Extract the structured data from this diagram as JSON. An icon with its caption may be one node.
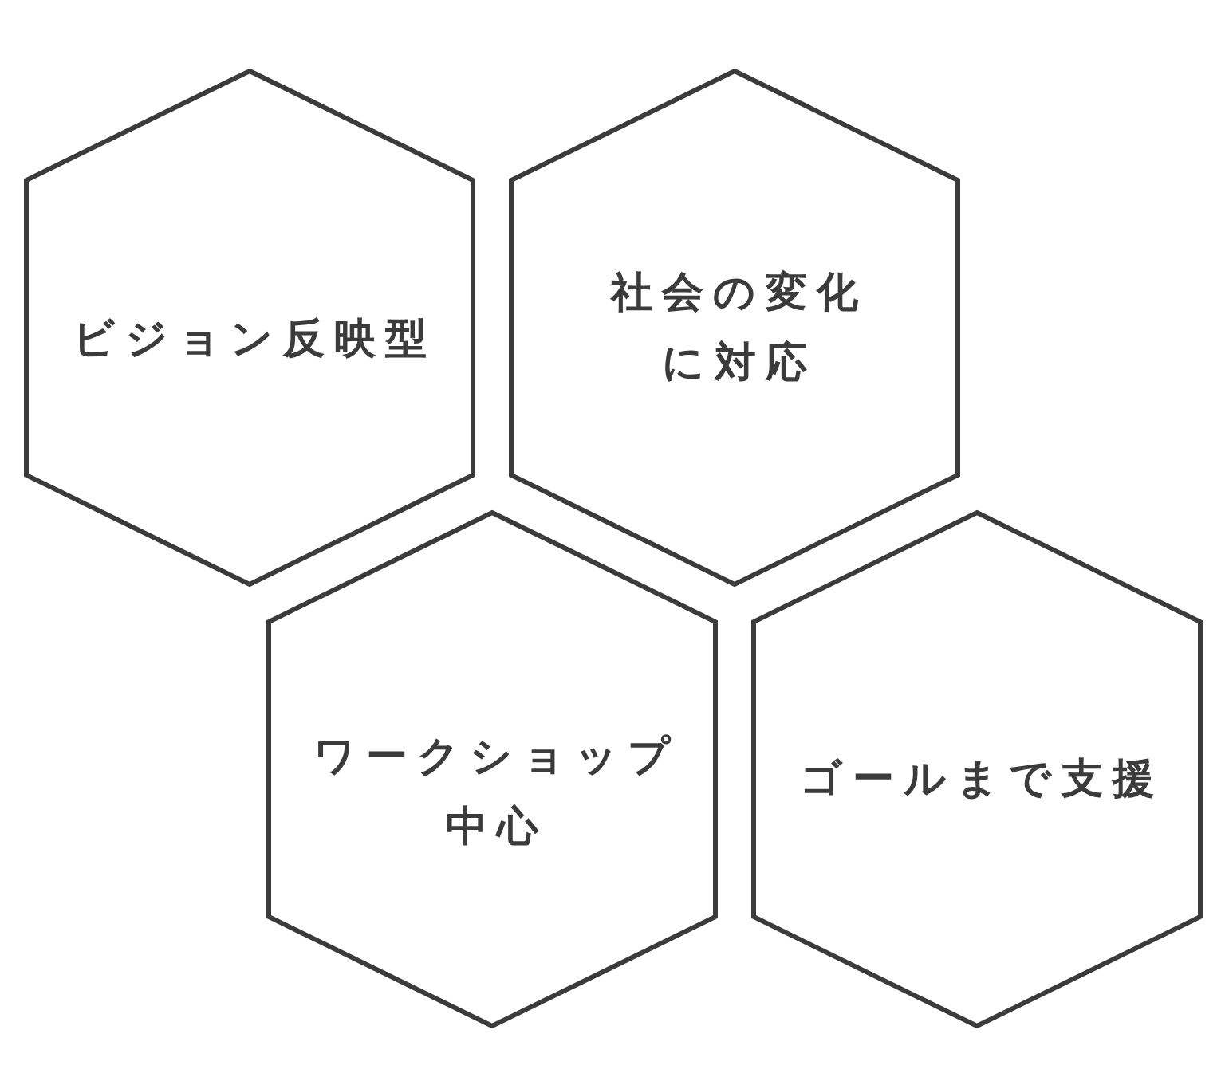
{
  "diagram": {
    "nodes": [
      {
        "text": [
          "ビジョン反映型"
        ]
      },
      {
        "text": [
          "社会の変化に対応"
        ]
      },
      {
        "text": [
          "ワークショップ中心"
        ]
      },
      {
        "text": [
          "ゴールまで支援"
        ]
      }
    ]
  }
}
